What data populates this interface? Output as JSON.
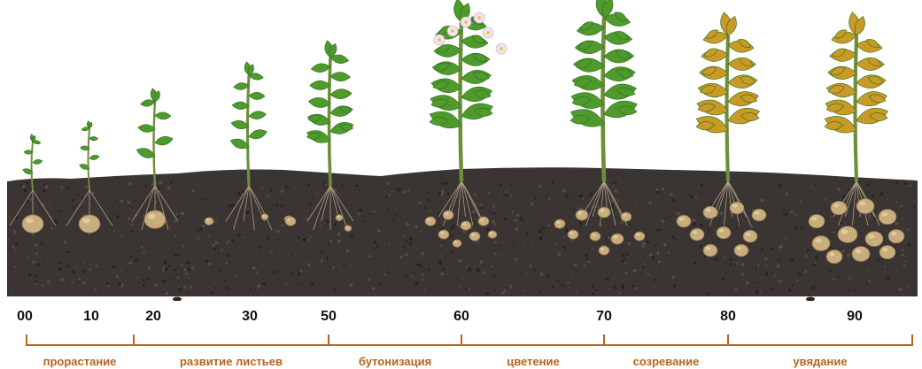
{
  "illustration": {
    "subject": "potato-growth-stages",
    "soil_color": "#3a3432",
    "leaf_color": "#4f9a2c",
    "tuber_color": "#c9ad7c",
    "flower_color": "#f1e3f1",
    "yellow_leaf_color": "#c99a25"
  },
  "bbch_codes": [
    "00",
    "10",
    "20",
    "30",
    "50",
    "60",
    "70",
    "80",
    "90"
  ],
  "stages": [
    "прорастание",
    "развитие листьев",
    "бутонизация",
    "цветение",
    "созревание",
    "увядание"
  ],
  "accent_color": "#b5651d"
}
